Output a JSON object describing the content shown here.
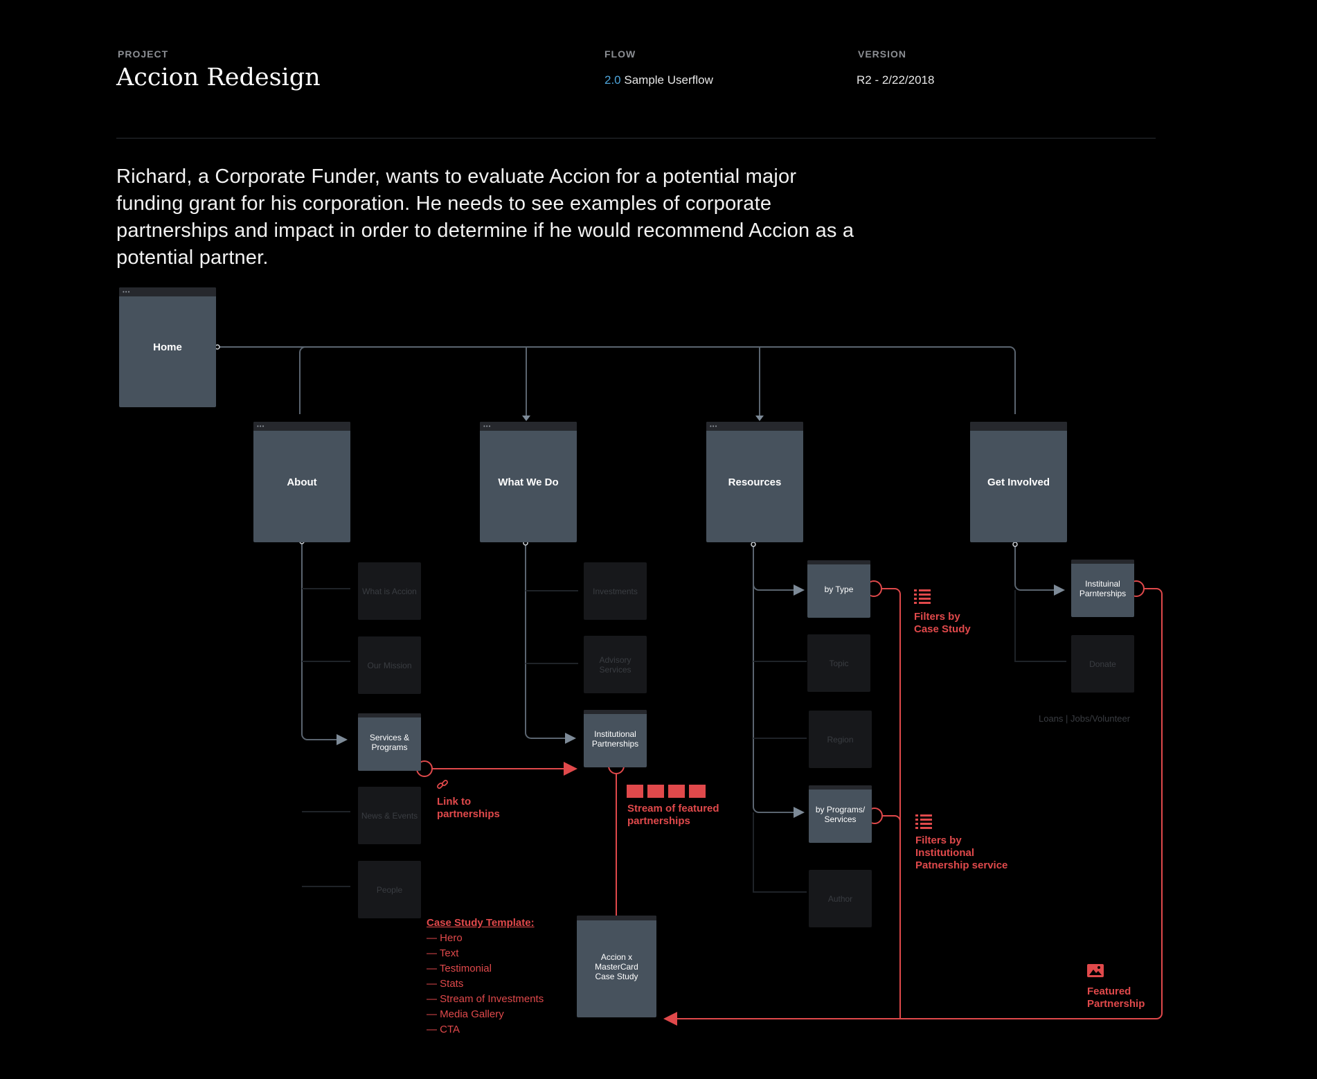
{
  "header": {
    "project_label": "PROJECT",
    "project_name": "Accion Redesign",
    "flow_label": "FLOW",
    "flow_number": "2.0",
    "flow_name": "Sample Userflow",
    "version_label": "VERSION",
    "version_value": "R2 - 2/22/2018"
  },
  "description": "Richard, a Corporate Funder, wants to evaluate Accion for a potential major funding grant for his corporation. He needs to see examples of corporate partnerships and impact in order to determine if he would recommend Accion as a potential partner.",
  "nodes": {
    "home": "Home",
    "about": "About",
    "what_we_do": "What We Do",
    "resources": "Resources",
    "get_involved": "Get Involved",
    "what_is_accion": "What is Accion",
    "our_mission": "Our Mission",
    "services_programs": "Services & Programs",
    "news_events": "News & Events",
    "people": "People",
    "investments": "Investments",
    "advisory_services": "Advisory Services",
    "institutional_partnerships": "Institutional Partnerships",
    "by_type": "by Type",
    "topic": "Topic",
    "region": "Region",
    "by_programs_services": "by Programs/ Services",
    "author": "Author",
    "instituinal_parnterships": "Instituinal Parnterships",
    "donate": "Donate",
    "case_study": "Accion x MasterCard Case Study"
  },
  "get_involved_footer": "Loans  |  Jobs/Volunteer",
  "annotations": {
    "link_to_partnerships": "Link to partnerships",
    "stream_featured": "Stream of featured partnerships",
    "filters_case_study": "Filters by Case Study",
    "filters_institutional": "Filters by Institutional Patnership service",
    "featured_partnership": "Featured Partnership"
  },
  "case_study_template": {
    "heading": "Case Study Template:",
    "items": [
      "— Hero",
      "— Text",
      "— Testimonial",
      "— Stats",
      "— Stream of Investments",
      "— Media Gallery",
      "— CTA"
    ]
  },
  "colors": {
    "background": "#000000",
    "node": "#47525d",
    "node_dim": "#17181b",
    "connector": "#5b6570",
    "accent_red": "#e0494b",
    "accent_blue": "#4ea6dc"
  }
}
